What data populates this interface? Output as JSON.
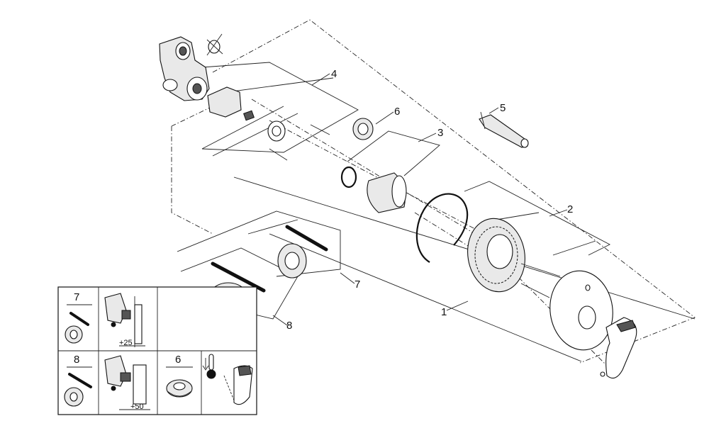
{
  "callouts": [
    "1",
    "2",
    "3",
    "4",
    "5",
    "6",
    "7",
    "8"
  ],
  "legend": {
    "cells": [
      {
        "number": "7",
        "dimension": "+25"
      },
      {
        "number": "8",
        "dimension": "+50"
      },
      {
        "number": "6"
      }
    ]
  }
}
